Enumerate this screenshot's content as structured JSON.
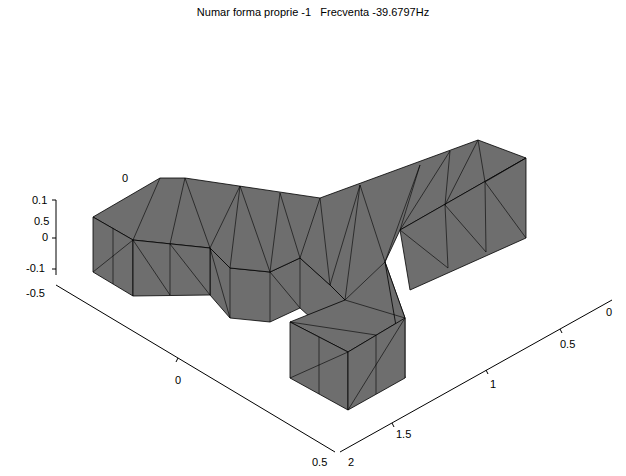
{
  "diagram": {
    "title": "Numar forma proprie -1   Frecventa -39.6797Hz",
    "labels": [
      "0.1",
      "0.5",
      "0",
      "-0.1",
      "-0.5",
      "0",
      "0",
      "0.5",
      "2",
      "1.5",
      "1",
      "0.5",
      "0"
    ]
  }
}
